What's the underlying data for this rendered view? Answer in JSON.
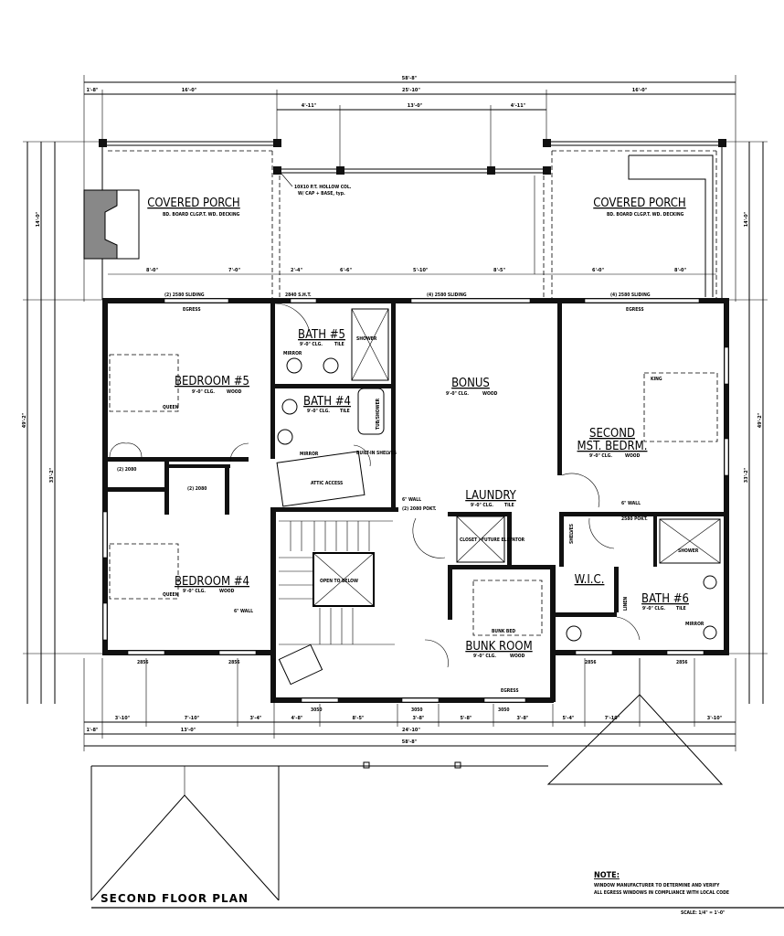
{
  "title": "SECOND FLOOR PLAN",
  "scale": "SCALE: 1/4\" = 1'-0\"",
  "note": {
    "heading": "NOTE:",
    "line1": "WINDOW MANUFACTURER TO DETERMINE AND VERIFY",
    "line2": "ALL EGRESS WINDOWS IN COMPLIANCE WITH LOCAL CODE"
  },
  "rooms": {
    "porch_left": {
      "name": "COVERED PORCH",
      "ceiling": "BD. BOARD CLG.",
      "floor": "P.T. WD. DECKING"
    },
    "porch_right": {
      "name": "COVERED PORCH",
      "ceiling": "BD. BOARD CLG.",
      "floor": "P.T. WD. DECKING"
    },
    "bedroom5": {
      "name": "BEDROOM #5",
      "ceiling": "9'-0\" CLG.",
      "floor": "WOOD"
    },
    "bath5": {
      "name": "BATH #5",
      "ceiling": "9'-0\" CLG.",
      "floor": "TILE"
    },
    "bath4": {
      "name": "BATH #4",
      "ceiling": "9'-0\" CLG.",
      "floor": "TILE"
    },
    "bonus": {
      "name": "BONUS",
      "ceiling": "9'-0\" CLG.",
      "floor": "WOOD"
    },
    "master2": {
      "name1": "SECOND",
      "name2": "MST. BEDRM.",
      "ceiling": "9'-0\" CLG.",
      "floor": "WOOD"
    },
    "laundry": {
      "name": "LAUNDRY",
      "ceiling": "9'-0\" CLG.",
      "floor": "TILE"
    },
    "bedroom4": {
      "name": "BEDROOM #4",
      "ceiling": "9'-0\" CLG.",
      "floor": "WOOD"
    },
    "bunk": {
      "name": "BUNK ROOM",
      "ceiling": "9'-0\" CLG.",
      "floor": "WOOD"
    },
    "wic": {
      "name": "W.I.C."
    },
    "bath6": {
      "name": "BATH #6",
      "ceiling": "9'-0\" CLG.",
      "floor": "TILE"
    }
  },
  "labels": {
    "column_note1": "10X10 P.T. HOLLOW COL.",
    "column_note2": "W/ CAP + BASE, typ.",
    "sliding_left": "(2) 2580 SLIDING",
    "sliding_mid": "(4) 2580 SLIDING",
    "sliding_right": "(4) 2580 SLIDING",
    "sht": "2840 S.H.T.",
    "egress": "EGRESS",
    "queen": "QUEEN",
    "king": "KING",
    "bunk_bed": "BUNK BED",
    "shower": "SHOWER",
    "tub_shower": "TUB/SHOWER",
    "mirror": "MIRROR",
    "built_in": "BUILT-IN SHELVES",
    "attic": "ATTIC ACCESS",
    "open_below": "OPEN TO BELOW",
    "elevator": "CLOSET / FUTURE ELEVATOR",
    "six_wall": "6\" WALL",
    "pocket": "(2) 2080 POKT.",
    "pocket2": "2580 POKT.",
    "shelves": "SHELVES",
    "linen": "LINEN",
    "closet_door": "(2) 2080",
    "window": "2856",
    "door_3050": "3050"
  },
  "dimensions": {
    "overall": "58'-8\"",
    "top": [
      "1'-8\"",
      "16'-0\"",
      "25'-10\"",
      "16'-0\""
    ],
    "porch_mid": [
      "4'-11\"",
      "13'-0\"",
      "4'-11\""
    ],
    "porch_depth": [
      "8'-0\"",
      "7'-0\"",
      "2'-4\"",
      "6'-6\"",
      "5'-10\"",
      "8'-5\"",
      "6'-0\"",
      "8'-0\""
    ],
    "bottom1": [
      "3'-10\"",
      "7'-10\"",
      "3'-4\"",
      "4'-8\"",
      "8'-5\"",
      "3'-8\"",
      "5'-8\"",
      "3'-8\"",
      "5'-4\"",
      "7'-10\"",
      "3'-10\""
    ],
    "bottom2": [
      "1'-8\"",
      "13'-0\"",
      "24'-10\""
    ],
    "bottom3": "58'-8\"",
    "side_left": [
      "14'-0\"",
      "33'-2\"",
      "49'-2\""
    ],
    "side_right": [
      "14'-0\"",
      "33'-2\"",
      "49'-2\""
    ]
  }
}
